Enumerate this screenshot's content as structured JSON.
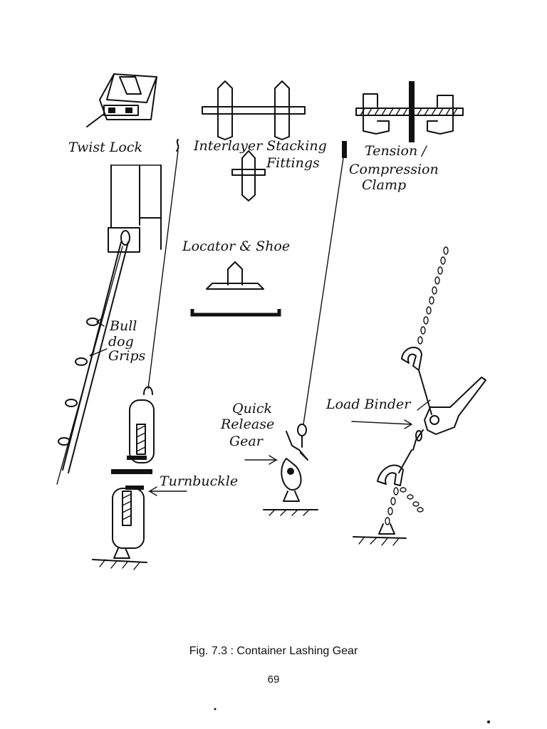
{
  "labels": {
    "twist_lock": "Twist Lock",
    "interlayer_line1": "Interlayer Stacking",
    "interlayer_line2": "Fittings",
    "tension_line1": "Tension /",
    "tension_line2": "Compression",
    "tension_line3": "Clamp",
    "locator": "Locator & Shoe",
    "bulldog_line1": "Bull",
    "bulldog_line2": "dog",
    "bulldog_line3": "Grips",
    "quick_line1": "Quick",
    "quick_line2": "Release",
    "quick_line3": "Gear",
    "load_binder": "Load Binder",
    "turnbuckle": "Turnbuckle"
  },
  "caption": {
    "figure": "Fig. 7.3  :  Container Lashing Gear",
    "page_number": "69"
  }
}
